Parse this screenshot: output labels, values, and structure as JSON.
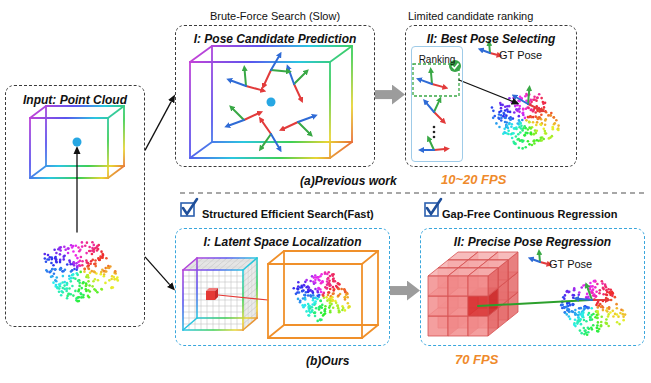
{
  "diagram": {
    "nodes": [
      {
        "text": [
          "Input: Point Cloud"
        ]
      },
      {
        "text": [
          "Brute-Force Search (Slow)",
          "I: Pose Candidate Prediction"
        ]
      },
      {
        "text": [
          "Limited candidate ranking",
          "II: Best Pose Selecting",
          "GT Pose"
        ]
      },
      {
        "text": [
          "Ranking"
        ],
        "in": 2
      },
      {
        "text": [
          "Structured Efficient Search(Fast)",
          "I: Latent Space Localization"
        ]
      },
      {
        "text": [
          "Gap-Free Continuous Regression",
          "II: Precise Pose Regression",
          "GT Pose"
        ]
      }
    ],
    "edges": [
      {
        "from": 0,
        "to": 1,
        "arrow": "to"
      },
      {
        "from": 0,
        "to": 4,
        "arrow": "to"
      },
      {
        "from": 1,
        "to": 2,
        "arrow": "to"
      },
      {
        "from": 4,
        "to": 5,
        "arrow": "to"
      }
    ],
    "labels": [
      "(a)Previous work",
      "10~20 FPS",
      "(b)Ours",
      "70 FPS"
    ]
  }
}
